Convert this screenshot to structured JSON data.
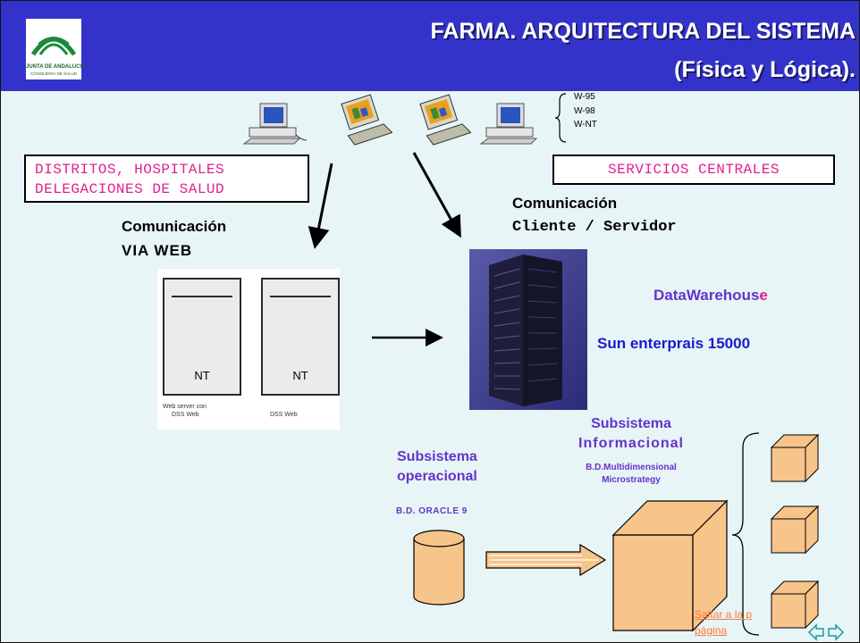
{
  "header": {
    "title_line1": "FARMA.  ARQUITECTURA DEL SISTEMA",
    "title_line2": "(Física y Lógica).",
    "logo_text1": "JUNTA DE ANDALUCIA",
    "logo_text2": "CONSEJERIA DE SALUD"
  },
  "os_list": [
    "W-95",
    "W-98",
    "W-NT"
  ],
  "labels": {
    "distritos_line1": "DISTRITOS, HOSPITALES",
    "distritos_line2": "DELEGACIONES DE SALUD",
    "servicios": "SERVICIOS CENTRALES",
    "comm_web_line1": "Comunicación",
    "comm_web_line2": "VIA WEB",
    "comm_cs_line1": "Comunicación",
    "comm_cs_line2": "Cliente / Servidor"
  },
  "servers": {
    "nt_left": "NT",
    "nt_right": "NT",
    "cap_left_line1": "Web server con",
    "cap_left_line2": "DSS Web",
    "cap_right": "DSS Web"
  },
  "warehouse": {
    "name_main": "DataWarehous",
    "name_end": "e",
    "model": "Sun enterprais 15000"
  },
  "subsystems": {
    "operacional_line1": "Subsistema",
    "operacional_line2": "operacional",
    "operacional_db": "B.D. ORACLE 9",
    "informacional_line1": "Subsistema",
    "informacional_line2": "Informacional",
    "informacional_db1": "B.D.Multidimensional",
    "informacional_db2": "Microstrategy"
  },
  "nav": {
    "link_line1": "Saltar a la p",
    "link_line2": "página"
  },
  "colors": {
    "header": "#3333cc",
    "background": "#e7f5f6",
    "magenta": "#e0208c",
    "purple": "#6633cc",
    "blue": "#1a1acc",
    "cube": "#f7c48a"
  }
}
